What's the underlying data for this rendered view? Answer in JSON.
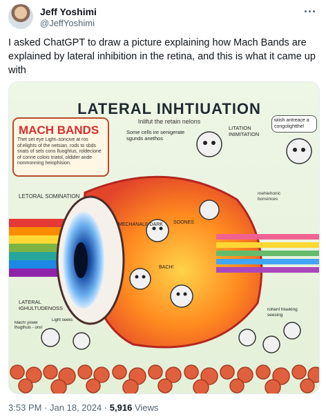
{
  "author": {
    "name": "Jeff Yoshimi",
    "handle": "@JeffYoshimi"
  },
  "tweet_text": "I asked ChatGPT to draw a picture explaining how Mach Bands are explained by lateral inhibition in the retina, and this is what it came up with",
  "image": {
    "title": "LATERAL INHTIUATION",
    "subtitle": "Inlifut the retain nelons",
    "mach_bands_heading": "MACH BANDS",
    "mach_bands_body": "Thet set eye Light–soncive at ros of:elights of the netsian. rods to sbds snats of sels cons lluoghtus, roldecione of conne colois tnatol, oldider ande nonmonning heiophision.",
    "label_letoral_somination": "LETORAL SOMINATION",
    "label_some_cells": "Some cells ire senigerate sgunds anethos",
    "label_litation": "LITATION INIMITATION",
    "speech_bubble": "wiish antreace a congolightthe!",
    "label_mehlehonic": "mehlehonic bonsinces",
    "label_mechanical": "MECHANALE DARK",
    "label_soones": "SOONES",
    "label_bach": "BACH!",
    "label_lateral_ig": "LATERAL IGHULTUDENOSS",
    "label_mach_small": "Mach! yowel lhugthuis - ons!",
    "label_light_seeks": "Light seeks",
    "label_rohenl": "rohenl hiseking seesing"
  },
  "meta": {
    "time": "3:53 PM",
    "sep1": "·",
    "date": "Jan 18, 2024",
    "sep2": "·",
    "views_count": "5,916",
    "views_label": "Views"
  }
}
